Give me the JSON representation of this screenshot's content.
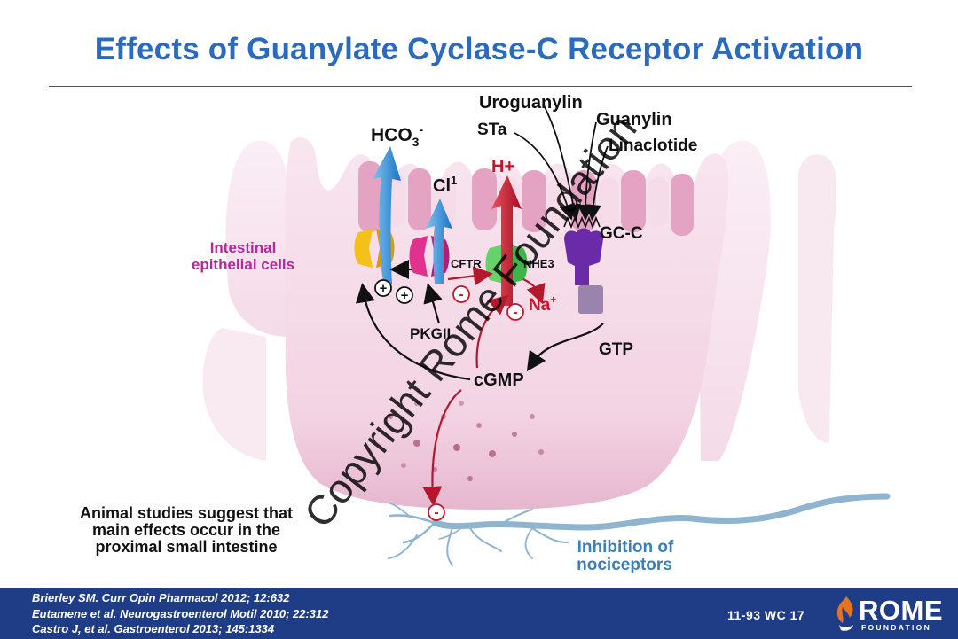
{
  "title": "Effects of Guanylate Cyclase-C Receptor Activation",
  "labels": {
    "uroguanylin": "Uroguanylin",
    "sta": "STa",
    "guanylin": "Guanylin",
    "linaclotide": "Linaclotide",
    "gcc": "GC-C",
    "gtp": "GTP",
    "cgmp": "cGMP",
    "pkgii": "PKGII",
    "cftr": "CFTR",
    "nhe3": "NHE3",
    "hco3_base": "HCO",
    "hco3_sub": "3",
    "hco3_sup": "-",
    "cl_base": "Cl",
    "cl_sup": "1",
    "h_plus": "H+",
    "na_base": "Na",
    "na_sup": "+",
    "epithelial_line1": "Intestinal",
    "epithelial_line2": "epithelial cells",
    "nociceptors_line1": "Inhibition of",
    "nociceptors_line2": "nociceptors",
    "plus": "+",
    "minus": "-"
  },
  "note_lines": [
    "Animal studies suggest that",
    "main effects occur in the",
    "proximal small intestine"
  ],
  "references": [
    "Brierley SM. Curr Opin Pharmacol 2012; 12:632",
    "Eutamene et al. Neurogastroenterol Motil 2010; 22:312",
    "Castro J, et al. Gastroenterol 2013; 145:1334"
  ],
  "slide_number": "11-93   WC 17",
  "logo": {
    "word": "ROME",
    "sub": "FOUNDATION"
  },
  "watermark": "Copyright Rome Foundation",
  "colors": {
    "title": "#2a6bbf",
    "footer": "#1f3d87",
    "cell_pink": "#f3d7e6",
    "magenta": "#b3289b",
    "red": "#c0182a",
    "blue_arrow": "#2a8ad6",
    "gcc_purple": "#6b2aa8",
    "nerve_blue": "#8fb4cf"
  }
}
